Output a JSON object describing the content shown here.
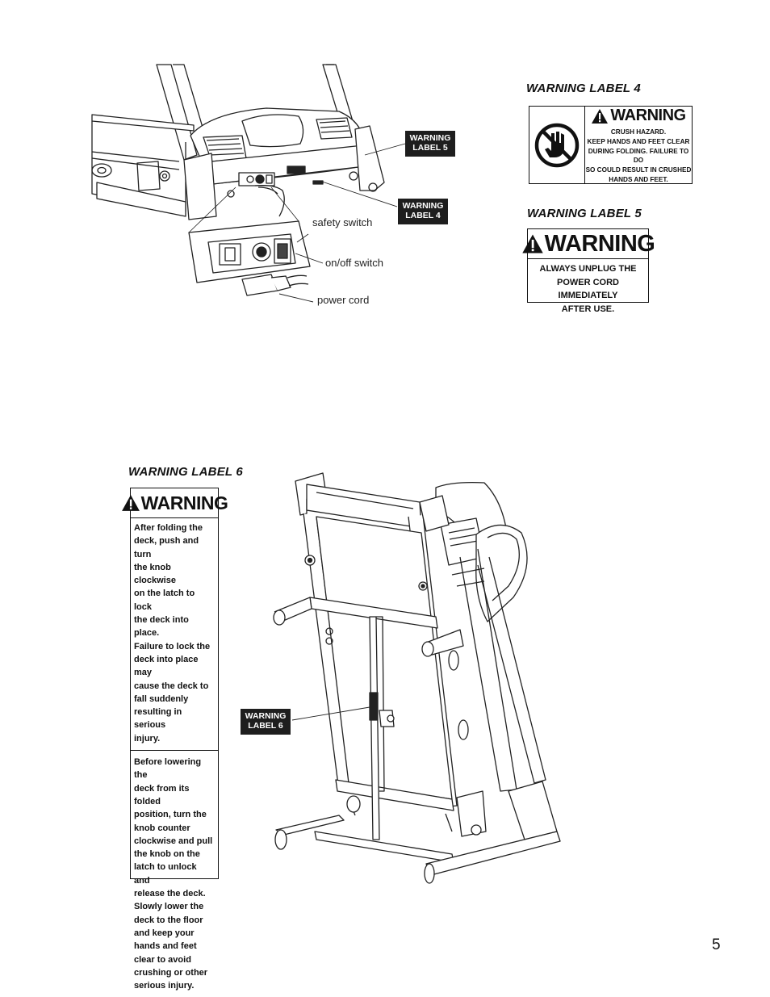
{
  "labels": {
    "label4_title": "WARNING LABEL 4",
    "label5_title": "WARNING LABEL 5",
    "label6_title": "WARNING LABEL 6"
  },
  "callouts": {
    "c5": [
      "WARNING",
      "LABEL 5"
    ],
    "c4": [
      "WARNING",
      "LABEL 4"
    ],
    "c6": [
      "WARNING",
      "LABEL 6"
    ]
  },
  "diagram1": {
    "safety_switch": "safety switch",
    "onoff_switch": "on/off switch",
    "power_cord": "power cord"
  },
  "warning4": {
    "heading": "WARNING",
    "lines": [
      "CRUSH HAZARD.",
      "KEEP HANDS AND FEET CLEAR",
      "DURING FOLDING. FAILURE TO DO",
      "SO COULD RESULT IN CRUSHED",
      "HANDS AND FEET."
    ]
  },
  "warning5": {
    "heading": "WARNING",
    "lines": [
      "ALWAYS UNPLUG THE",
      "POWER CORD IMMEDIATELY",
      "AFTER USE."
    ]
  },
  "warning6": {
    "heading": "WARNING",
    "para1": [
      "After folding the",
      "deck, push and turn",
      "the knob clockwise",
      "on the latch to lock",
      "the deck into place.",
      "Failure to lock the",
      "deck into place may",
      "cause the deck to",
      "fall suddenly",
      "resulting in serious",
      "injury."
    ],
    "para2": [
      "Before lowering the",
      "deck from its folded",
      "position, turn the",
      "knob counter",
      "clockwise and pull",
      "the knob on the",
      "latch to unlock and",
      "release the deck.",
      "Slowly lower the",
      "deck to the floor",
      "and keep your",
      "hands and feet",
      "clear to avoid",
      "crushing or other",
      "serious injury."
    ]
  },
  "page_number": "5"
}
